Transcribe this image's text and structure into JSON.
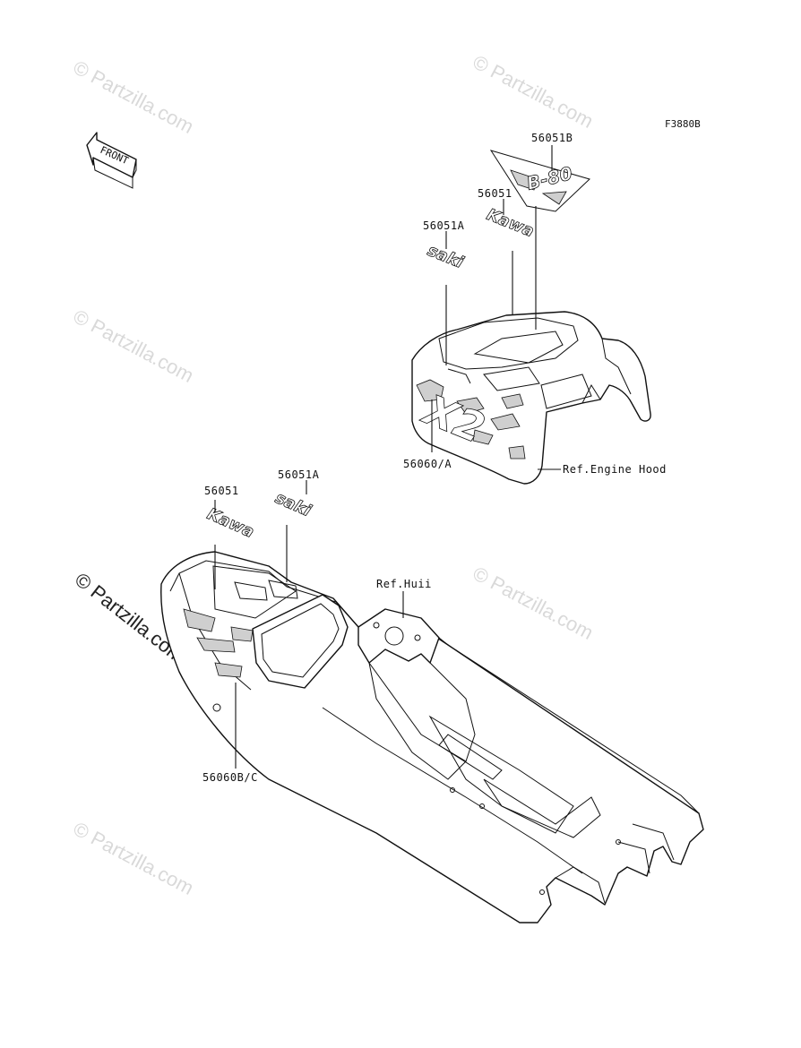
{
  "diagram": {
    "code": "F3880B",
    "front_arrow_label": "FRONT",
    "watermark": "© Partzilla.com",
    "callouts": {
      "p56051B": "56051B",
      "p56051_top": "56051",
      "p56051A_top": "56051A",
      "p56060A": "56060/A",
      "ref_engine_hood": "Ref.Engine Hood",
      "p56051_low": "56051",
      "p56051A_low": "56051A",
      "ref_hull": "Ref.Huii",
      "p56060BC": "56060B/C"
    },
    "decal_texts": {
      "kawa": "Kawa",
      "saki": "saki",
      "x2": "X2"
    }
  }
}
